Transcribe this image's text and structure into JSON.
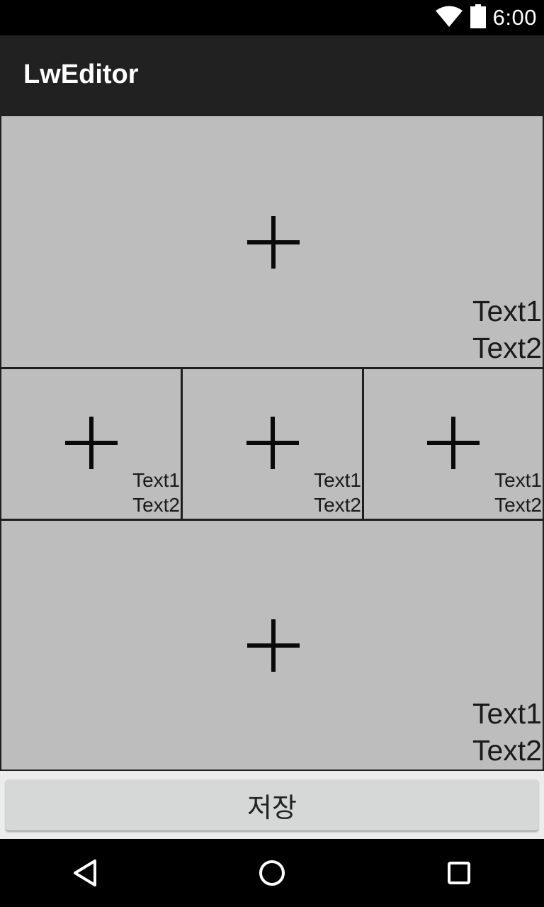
{
  "status_bar": {
    "time": "6:00",
    "icons": [
      "wifi-icon",
      "battery-icon"
    ]
  },
  "app_bar": {
    "title": "LwEditor"
  },
  "tiles": [
    {
      "icon": "plus-icon",
      "text1": "Text1",
      "text2": "Text2"
    },
    {
      "icon": "plus-icon",
      "text1": "Text1",
      "text2": "Text2"
    },
    {
      "icon": "plus-icon",
      "text1": "Text1",
      "text2": "Text2"
    },
    {
      "icon": "plus-icon",
      "text1": "Text1",
      "text2": "Text2"
    },
    {
      "icon": "plus-icon",
      "text1": "Text1",
      "text2": "Text2"
    }
  ],
  "save_button": {
    "label": "저장"
  },
  "nav_bar": {
    "icons": [
      "back-icon",
      "home-icon",
      "recents-icon"
    ]
  },
  "colors": {
    "status_bar": "#000000",
    "app_bar": "#212121",
    "tile_background": "#bdbdbd",
    "tile_border": "#1e1e1e",
    "button_background": "#d6d7d7"
  }
}
